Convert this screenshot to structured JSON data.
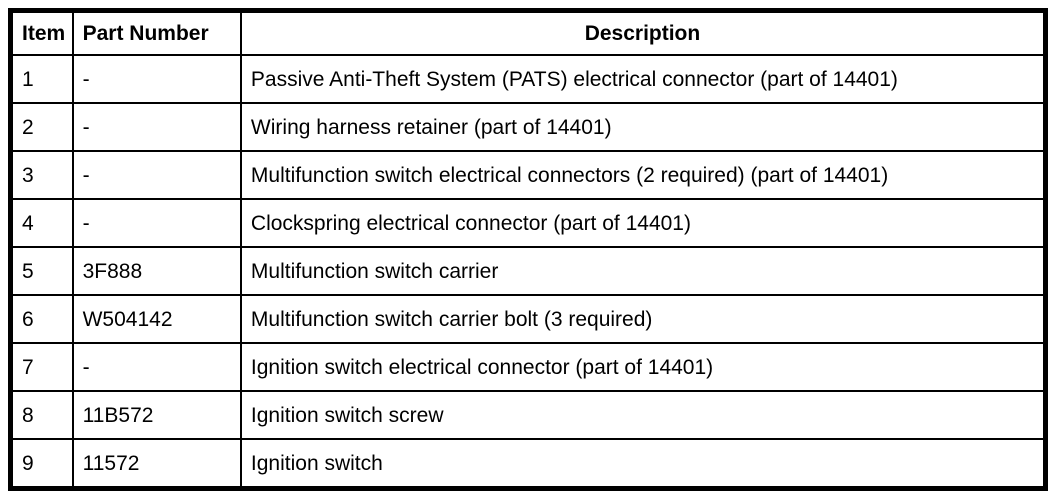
{
  "table": {
    "columns": [
      {
        "key": "item",
        "label": "Item"
      },
      {
        "key": "part_number",
        "label": "Part Number"
      },
      {
        "key": "description",
        "label": "Description"
      }
    ],
    "rows": [
      {
        "item": "1",
        "part_number": "-",
        "description": "Passive Anti-Theft System (PATS) electrical connector (part of 14401)"
      },
      {
        "item": "2",
        "part_number": "-",
        "description": "Wiring harness retainer (part of 14401)"
      },
      {
        "item": "3",
        "part_number": "-",
        "description": "Multifunction switch electrical connectors (2 required) (part of 14401)"
      },
      {
        "item": "4",
        "part_number": "-",
        "description": "Clockspring electrical connector (part of 14401)"
      },
      {
        "item": "5",
        "part_number": "3F888",
        "description": "Multifunction switch carrier"
      },
      {
        "item": "6",
        "part_number": "W504142",
        "description": "Multifunction switch carrier bolt (3 required)"
      },
      {
        "item": "7",
        "part_number": "-",
        "description": "Ignition switch electrical connector (part of 14401)"
      },
      {
        "item": "8",
        "part_number": "11B572",
        "description": "Ignition switch screw"
      },
      {
        "item": "9",
        "part_number": "11572",
        "description": "Ignition switch"
      }
    ],
    "colors": {
      "border": "#000000",
      "background": "#ffffff",
      "text": "#000000"
    }
  }
}
